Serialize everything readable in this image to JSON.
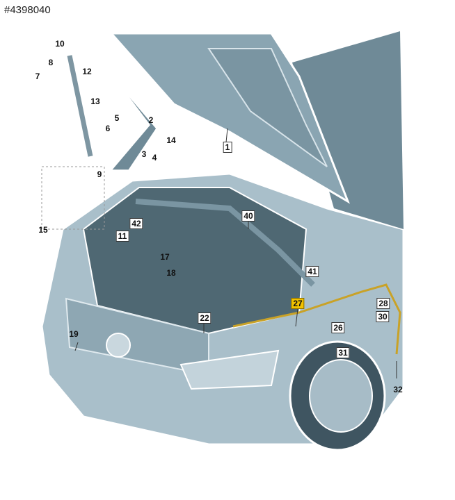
{
  "ref_number": "#4398040",
  "colors": {
    "body": "#9fb7c3",
    "dark": "#55707d",
    "cable": "#c9a227",
    "highlight": "#f2c200"
  },
  "parts": [
    {
      "num": "10",
      "style": "plain"
    },
    {
      "num": "8",
      "style": "plain"
    },
    {
      "num": "7",
      "style": "plain"
    },
    {
      "num": "12",
      "style": "plain"
    },
    {
      "num": "13",
      "style": "plain"
    },
    {
      "num": "6",
      "style": "plain"
    },
    {
      "num": "5",
      "style": "plain"
    },
    {
      "num": "2",
      "style": "plain"
    },
    {
      "num": "14",
      "style": "plain"
    },
    {
      "num": "3",
      "style": "plain"
    },
    {
      "num": "4",
      "style": "plain"
    },
    {
      "num": "9",
      "style": "plain"
    },
    {
      "num": "1",
      "style": "boxed"
    },
    {
      "num": "40",
      "style": "boxed"
    },
    {
      "num": "42",
      "style": "boxed"
    },
    {
      "num": "15",
      "style": "plain"
    },
    {
      "num": "11",
      "style": "boxed"
    },
    {
      "num": "17",
      "style": "plain"
    },
    {
      "num": "18",
      "style": "plain"
    },
    {
      "num": "41",
      "style": "boxed"
    },
    {
      "num": "27",
      "style": "highlight"
    },
    {
      "num": "28",
      "style": "boxed"
    },
    {
      "num": "22",
      "style": "boxed"
    },
    {
      "num": "26",
      "style": "boxed"
    },
    {
      "num": "30",
      "style": "boxed"
    },
    {
      "num": "19",
      "style": "plain"
    },
    {
      "num": "31",
      "style": "boxed"
    },
    {
      "num": "32",
      "style": "plain"
    }
  ]
}
